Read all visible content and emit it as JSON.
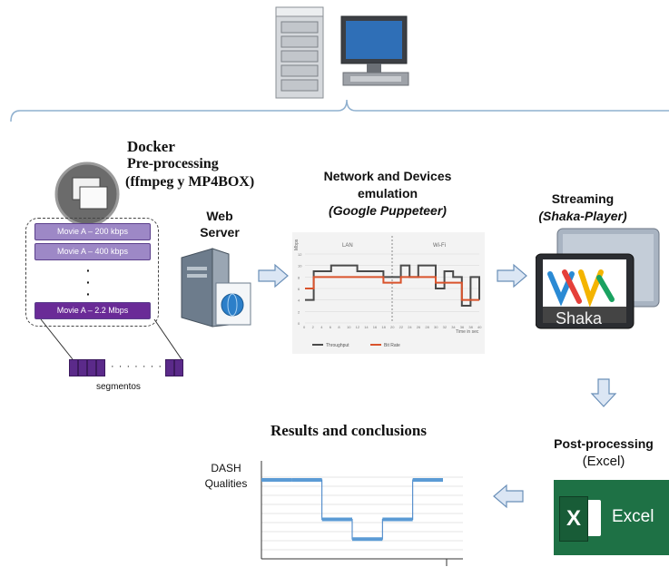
{
  "docker": {
    "title": "Docker",
    "line2": "Pre-processing",
    "line3": "(ffmpeg y MP4BOX)",
    "qualities": [
      "Movie A – 200 kbps",
      "Movie A – 400 kbps",
      "Movie A – 2.2 Mbps"
    ],
    "ellipsis_dots": "·",
    "segments_label": "segmentos",
    "segments_dots": "· · · · · · ·"
  },
  "web_server": {
    "line1": "Web",
    "line2": "Server"
  },
  "network": {
    "line1": "Network and Devices",
    "line2": "emulation",
    "line3": "(Google Puppeteer)",
    "chart_label_lan": "LAN",
    "chart_label_wifi": "Wi-Fi",
    "axis_unit": "Mbps",
    "time_label": "Time in sec",
    "legend_throughput": "Throughput",
    "legend_bitrate": "Bit Rate",
    "colors": {
      "throughput": "#4a4a4a",
      "bitrate": "#d9532c"
    }
  },
  "streaming": {
    "line1": "Streaming",
    "line2": "(Shaka-Player)",
    "logo_text": "Shaka"
  },
  "post_processing": {
    "line1": "Post-processing",
    "line2": "(Excel)",
    "excel_text": "Excel",
    "excel_letter": "X"
  },
  "results": {
    "title": "Results and conclusions",
    "ylabel_line1": "DASH",
    "ylabel_line2": "Qualities"
  },
  "chart_data": [
    {
      "type": "line",
      "title": "",
      "xlabel": "Time in sec",
      "ylabel": "Mbps",
      "ylim": [
        0,
        12
      ],
      "x": [
        0,
        2,
        4,
        6,
        8,
        10,
        12,
        14,
        16,
        18,
        20,
        22,
        24,
        26,
        28,
        30,
        32,
        34,
        36,
        38,
        40
      ],
      "series": [
        {
          "name": "Throughput",
          "values": [
            4,
            9,
            9,
            10,
            10,
            10,
            9,
            9,
            9,
            8,
            8,
            10,
            8,
            10,
            10,
            6,
            9,
            8,
            3,
            8,
            4
          ]
        },
        {
          "name": "Bit Rate",
          "values": [
            6,
            8,
            8,
            8,
            8,
            8,
            8,
            8,
            8,
            7,
            7,
            8,
            8,
            8,
            8,
            7,
            7,
            7,
            4,
            4,
            4
          ]
        }
      ],
      "annotations": [
        "LAN",
        "Wi-Fi"
      ],
      "legend": "bottom"
    },
    {
      "type": "line",
      "title": "Results and conclusions",
      "ylabel": "DASH Qualities",
      "xlabel": "",
      "x": [
        0,
        1,
        2,
        3,
        4,
        5,
        6
      ],
      "series": [
        {
          "values": [
            4,
            4,
            2,
            1,
            2,
            4,
            4
          ]
        }
      ],
      "grid": true
    }
  ]
}
